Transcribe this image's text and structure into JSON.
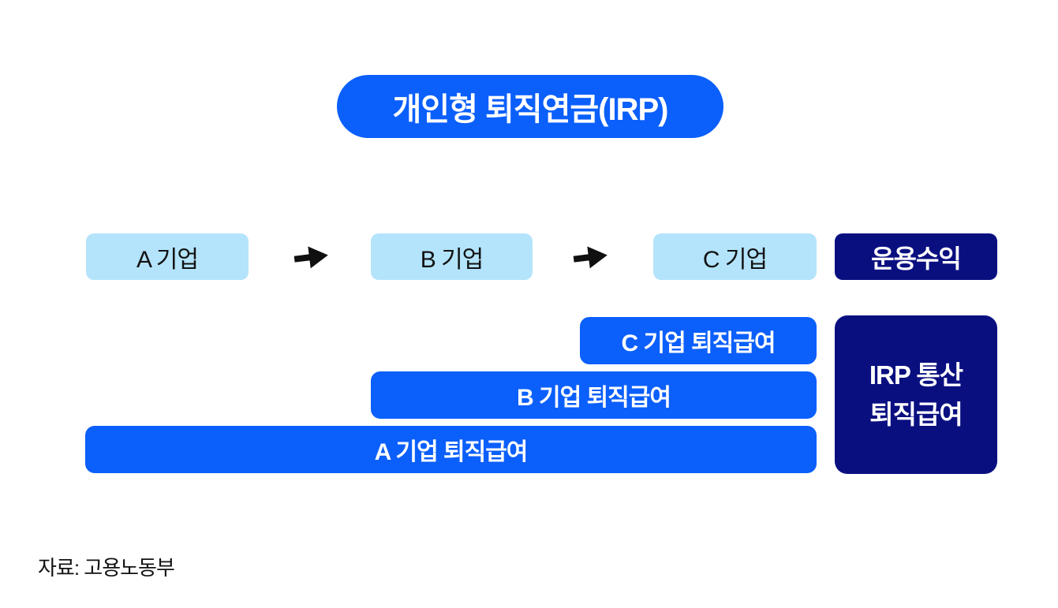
{
  "title": "개인형 퇴직연금(IRP)",
  "flow": {
    "companies": [
      {
        "label": "A 기업"
      },
      {
        "label": "B 기업"
      },
      {
        "label": "C 기업"
      }
    ],
    "arrow_icon": "right-arrow",
    "result_label": "운용수익"
  },
  "bars": [
    {
      "label": "C 기업 퇴직급여"
    },
    {
      "label": "B 기업 퇴직급여"
    },
    {
      "label": "A 기업 퇴직급여"
    }
  ],
  "irp_box": {
    "line1": "IRP 통산",
    "line2": "퇴직급여"
  },
  "source": "자료: 고용노동부",
  "colors": {
    "primary_blue": "#0b5ffb",
    "light_blue": "#b4e4fb",
    "navy": "#0a0f80",
    "arrow_black": "#101010",
    "text_dark": "#121212",
    "text_white": "#ffffff",
    "background": "#ffffff"
  }
}
